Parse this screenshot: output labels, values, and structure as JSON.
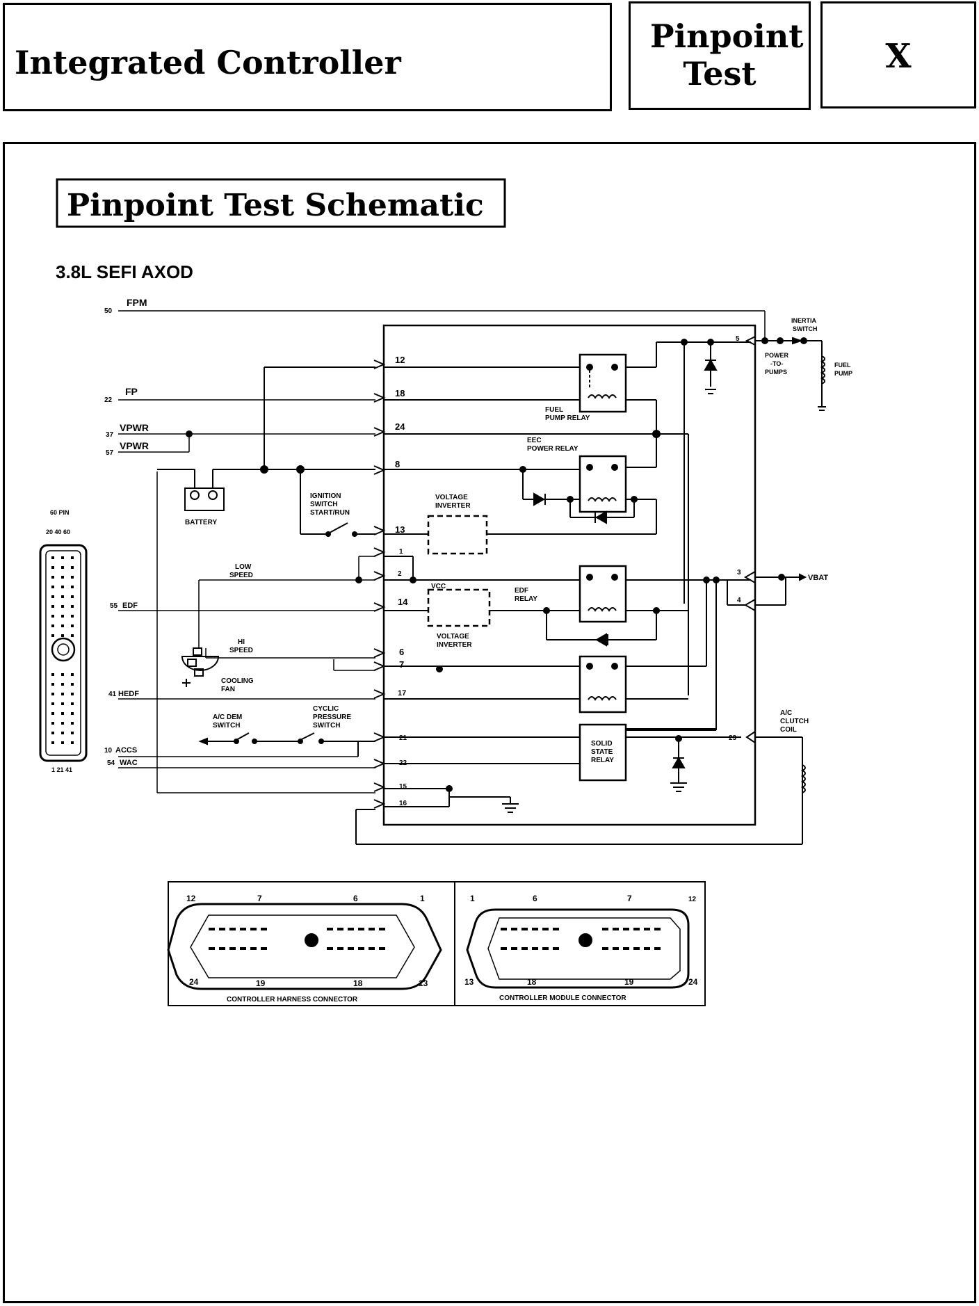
{
  "header": {
    "title": "Integrated Controller",
    "section": "Pinpoint Test",
    "test_letter": "X"
  },
  "schematic": {
    "heading": "Pinpoint Test Schematic",
    "subtitle": "3.8L SEFI AXOD",
    "left_inputs": [
      {
        "pin": "50",
        "name": "FPM"
      },
      {
        "pin": "22",
        "name": "FP"
      },
      {
        "pin": "37",
        "name": "VPWR"
      },
      {
        "pin": "57",
        "name": "VPWR"
      },
      {
        "pin": "55",
        "name": "EDF"
      },
      {
        "pin": "41",
        "name": "HEDF"
      },
      {
        "pin": "10",
        "name": "ACCS"
      },
      {
        "pin": "54",
        "name": "WAC"
      }
    ],
    "controller_pins": [
      "12",
      "18",
      "24",
      "8",
      "13",
      "1",
      "2",
      "14",
      "6",
      "7",
      "17",
      "21",
      "22",
      "15",
      "16"
    ],
    "right_pins": [
      "5",
      "3",
      "4",
      "23"
    ],
    "connector_60pin": {
      "label": "60 PIN",
      "top_numbers": "20 40 60",
      "bottom_numbers": "1 21 41"
    },
    "components": {
      "battery": "BATTERY",
      "ignition": [
        "IGNITION",
        "SWITCH",
        "START/RUN"
      ],
      "voltage_inverter_1": [
        "VOLTAGE",
        "INVERTER"
      ],
      "voltage_inverter_2": [
        "VOLTAGE",
        "INVERTER"
      ],
      "vcc": "VCC",
      "low_speed": [
        "LOW",
        "SPEED"
      ],
      "hi_speed": [
        "HI",
        "SPEED"
      ],
      "cooling_fan": [
        "COOLING",
        "FAN"
      ],
      "ac_dem": [
        "A/C DEM",
        "SWITCH"
      ],
      "cyclic": [
        "CYCLIC",
        "PRESSURE",
        "SWITCH"
      ],
      "fuel_pump_relay": [
        "FUEL",
        "PUMP RELAY"
      ],
      "eec_relay": [
        "EEC",
        "POWER RELAY"
      ],
      "edf_relay": [
        "EDF",
        "RELAY"
      ],
      "solid_state": [
        "SOLID",
        "STATE",
        "RELAY"
      ],
      "power_to_pumps": [
        "POWER",
        "-TO-",
        "PUMPS"
      ],
      "inertia": [
        "INERTIA",
        "SWITCH"
      ],
      "fuel_pump": [
        "FUEL",
        "PUMP"
      ],
      "vbat": "VBAT",
      "ac_clutch": [
        "A/C",
        "CLUTCH",
        "COIL"
      ]
    },
    "harness_connector": {
      "label": "CONTROLLER HARNESS CONNECTOR",
      "top": [
        "12",
        "7",
        "6",
        "1"
      ],
      "bottom": [
        "24",
        "19",
        "18",
        "13"
      ]
    },
    "module_connector": {
      "label": "CONTROLLER MODULE CONNECTOR",
      "top": [
        "1",
        "6",
        "7",
        "12"
      ],
      "bottom": [
        "13",
        "18",
        "19",
        "24"
      ]
    }
  }
}
